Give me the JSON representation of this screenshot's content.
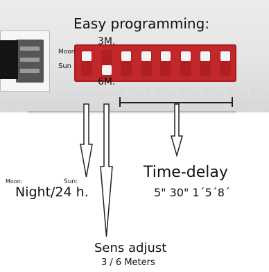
{
  "title": "Easy programming:",
  "switch_block": {
    "top_label": "3M.",
    "bottom_label": "6M.",
    "side_labels": {
      "moon": "Moon",
      "sun": "Sun"
    },
    "printed_under": "5\" 30\" 1' 3' 5' 8'",
    "positions": [
      "up",
      "down",
      "up",
      "up",
      "up",
      "up",
      "up",
      "up"
    ]
  },
  "time_delay": {
    "heading": "Time-delay",
    "values": "5\" 30\" 1´5´8´"
  },
  "night_mode": {
    "moon_label": "Moon:",
    "sun_label": "Sun:",
    "text": "Night/24 h."
  },
  "sensitivity": {
    "heading": "Sens adjust",
    "values": "3 / 6 Meters"
  },
  "colors": {
    "dip_red": "#c2282a",
    "knob_white": "#f4f4f4",
    "device_grey": "#e4e4e4",
    "arrow_stroke": "#222222"
  }
}
